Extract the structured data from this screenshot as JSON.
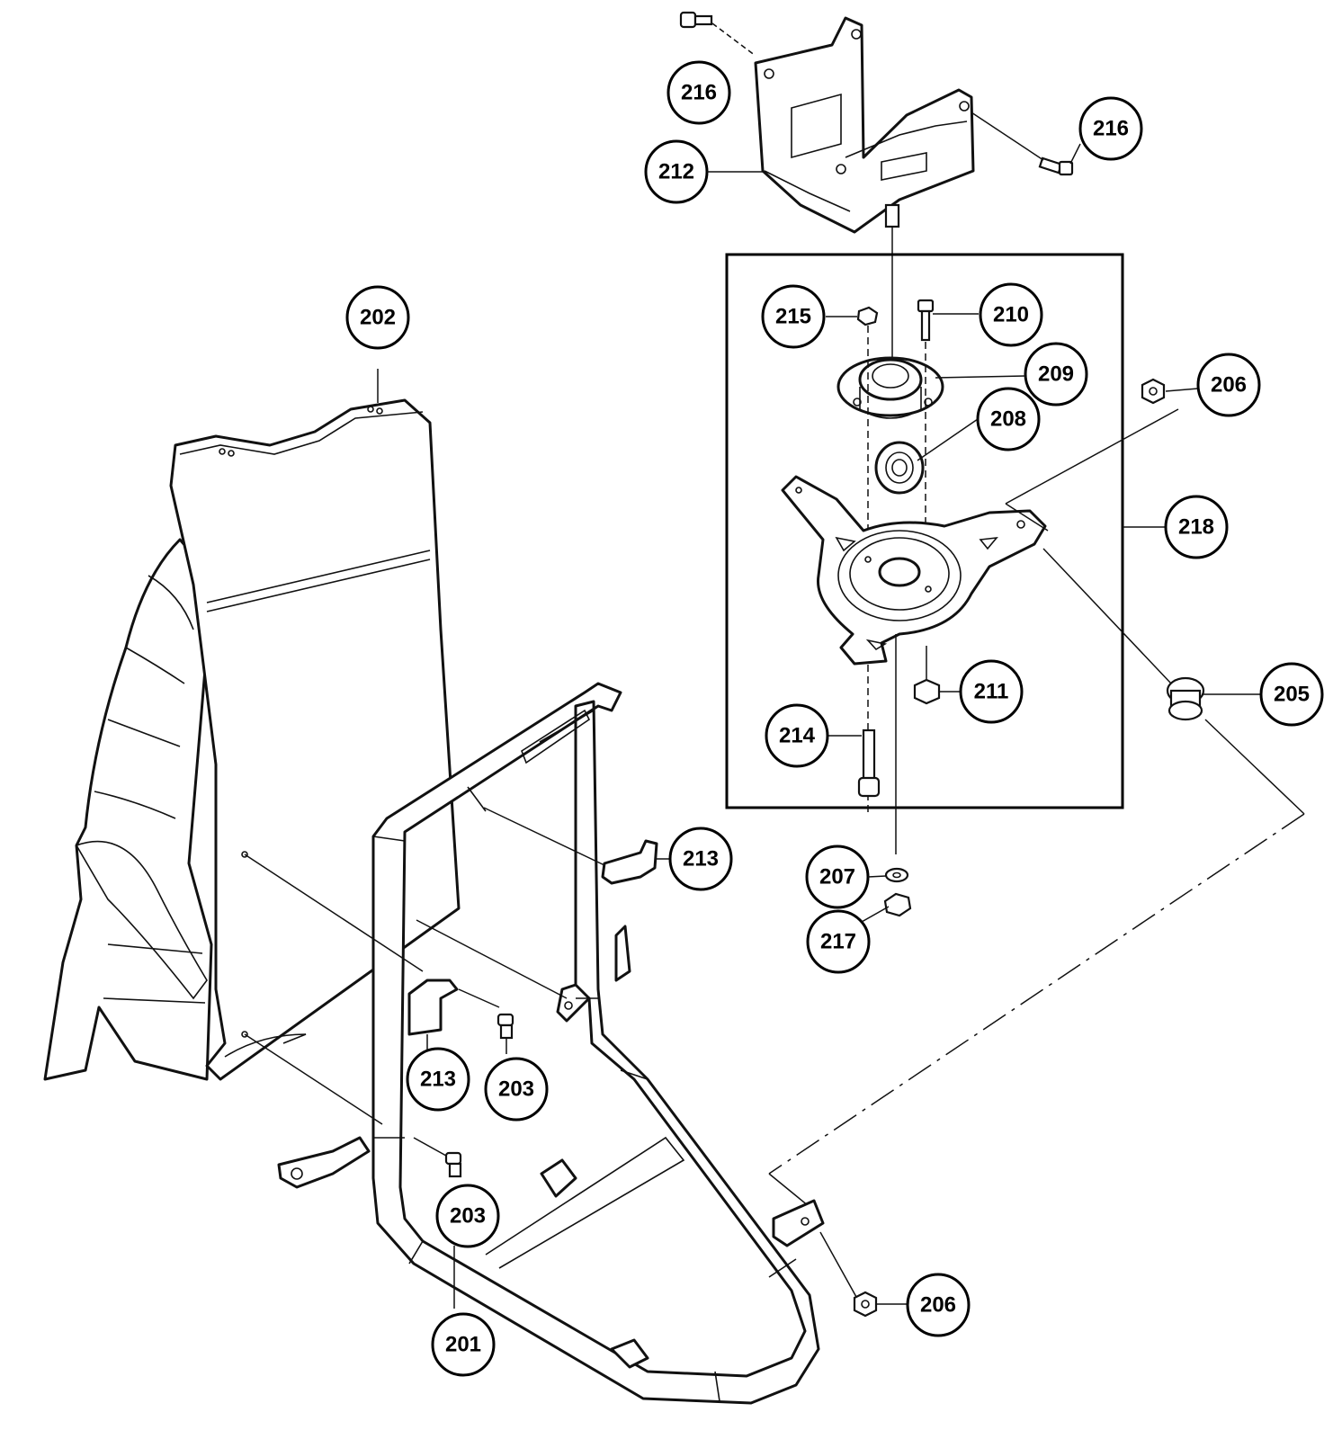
{
  "callouts": [
    {
      "id": "216-top-left",
      "label": "216"
    },
    {
      "id": "216-top-right",
      "label": "216"
    },
    {
      "id": "212",
      "label": "212"
    },
    {
      "id": "202",
      "label": "202"
    },
    {
      "id": "215",
      "label": "215"
    },
    {
      "id": "210",
      "label": "210"
    },
    {
      "id": "209",
      "label": "209"
    },
    {
      "id": "208",
      "label": "208"
    },
    {
      "id": "206-top",
      "label": "206"
    },
    {
      "id": "218",
      "label": "218"
    },
    {
      "id": "205",
      "label": "205"
    },
    {
      "id": "211",
      "label": "211"
    },
    {
      "id": "214",
      "label": "214"
    },
    {
      "id": "213-right",
      "label": "213"
    },
    {
      "id": "207",
      "label": "207"
    },
    {
      "id": "217",
      "label": "217"
    },
    {
      "id": "213-left",
      "label": "213"
    },
    {
      "id": "203-upper",
      "label": "203"
    },
    {
      "id": "203-lower",
      "label": "203"
    },
    {
      "id": "206-bottom",
      "label": "206"
    },
    {
      "id": "201",
      "label": "201"
    }
  ]
}
